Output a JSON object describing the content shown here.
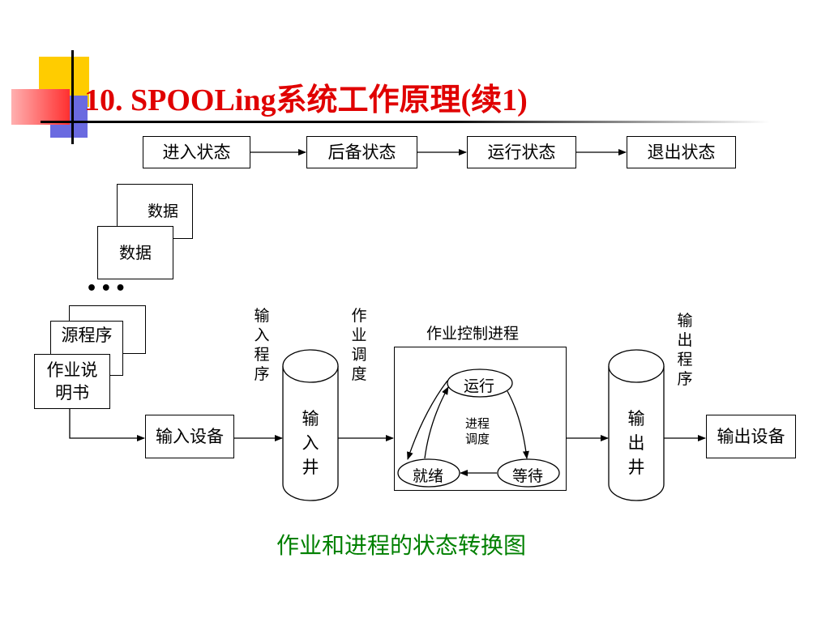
{
  "title": "10.  SPOOLing系统工作原理(续1)",
  "colors": {
    "title": "#e00000",
    "caption": "#008000",
    "deco_yellow": "#ffcc00",
    "deco_red": "#ff4040",
    "deco_blue": "#6a6ae0"
  },
  "job_states": [
    "进入状态",
    "后备状态",
    "运行状态",
    "退出状态"
  ],
  "data_cards": [
    "数据",
    "数据"
  ],
  "ellipsis": "• • •",
  "source_card": "源程序",
  "manual_card": "作业说明书",
  "input_device": "输入设备",
  "input_program": "输入程序",
  "job_scheduling": "作业调度",
  "input_well": "输入井",
  "control_process": {
    "label": "作业控制进程",
    "running": "运行",
    "ready": "就绪",
    "waiting": "等待",
    "scheduling": "进程调度"
  },
  "output_program": "输出程序",
  "output_well": "输出井",
  "output_device": "输出设备",
  "caption": "作业和进程的状态转换图"
}
